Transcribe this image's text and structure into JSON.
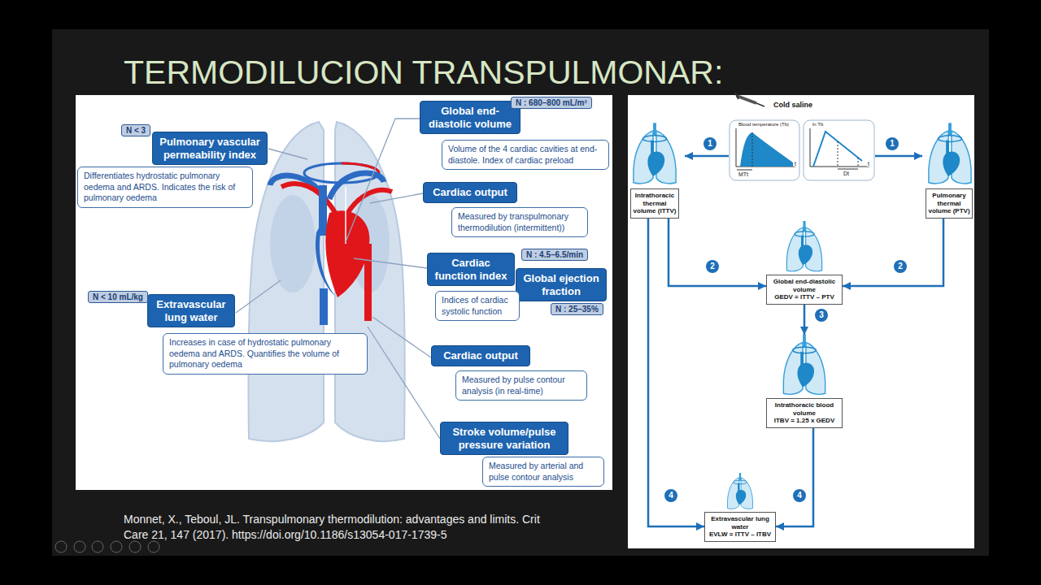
{
  "diagram": {
    "title": "TERMODILUCION TRANSPULMONAR:",
    "caption": "Monnet, X., Teboul, JL. Transpulmonary thermodilution: advantages and limits. Crit Care 21, 147 (2017). https://doi.org/10.1186/s13054-017-1739-5",
    "nodes": [
      {
        "text": [
          "N < 3"
        ]
      },
      {
        "text": [
          "Pulmonary vascular permeability index"
        ]
      },
      {
        "text": [
          "Differentiates hydrostatic pulmonary oedema and ARDS. Indicates the risk of pulmonary oedema"
        ]
      },
      {
        "text": [
          "N : 680–800 mL/m²"
        ]
      },
      {
        "text": [
          "Global end-diastolic volume"
        ]
      },
      {
        "text": [
          "Volume of the 4 cardiac cavities at end-diastole. Index of cardiac preload"
        ]
      },
      {
        "text": [
          "Cardiac output"
        ]
      },
      {
        "text": [
          "Measured by transpulmonary thermodilution (intermittent))"
        ]
      },
      {
        "text": [
          "N : 4.5–6.5/min"
        ]
      },
      {
        "text": [
          "Cardiac function index"
        ]
      },
      {
        "text": [
          "Global ejection fraction"
        ]
      },
      {
        "text": [
          "N : 25–35%"
        ]
      },
      {
        "text": [
          "Indices of cardiac systolic function"
        ]
      },
      {
        "text": [
          "N < 10 mL/kg"
        ]
      },
      {
        "text": [
          "Extravascular lung water"
        ]
      },
      {
        "text": [
          "Increases in case of hydrostatic pulmonary oedema and ARDS. Quantifies the volume of pulmonary oedema"
        ]
      },
      {
        "text": [
          "Cardiac output"
        ]
      },
      {
        "text": [
          "Measured by pulse contour analysis (in real-time)"
        ]
      },
      {
        "text": [
          "Stroke volume/pulse pressure variation"
        ]
      },
      {
        "text": [
          "Measured by arterial and pulse contour analysis"
        ]
      },
      {
        "text": [
          "Intrathoracic thermal volume (ITTV)"
        ]
      },
      {
        "text": [
          "Pulmonary thermal volume (PTV)"
        ]
      },
      {
        "text": [
          "Global end-diastolic volume",
          "GEDV = ITTV – PTV"
        ]
      },
      {
        "text": [
          "Intrathoracic blood volume",
          "ITBV = 1.25 x GEDV"
        ]
      },
      {
        "text": [
          "Extravascular lung water",
          "EVLW = ITTV – ITBV"
        ]
      }
    ],
    "edges": [
      {
        "from": 20,
        "to": 22,
        "arrow": "to"
      },
      {
        "from": 21,
        "to": 22,
        "arrow": "to"
      },
      {
        "from": 22,
        "to": 23,
        "arrow": "to"
      },
      {
        "from": 20,
        "to": 24,
        "arrow": "to"
      },
      {
        "from": 23,
        "to": 24,
        "arrow": "to"
      }
    ],
    "labels": [
      "Cold saline",
      "1",
      "1",
      "2",
      "2",
      "3",
      "4",
      "4",
      "Blood temperature (Tb)",
      "MTt",
      "t",
      "ln Tb",
      "Dt",
      "t"
    ]
  }
}
